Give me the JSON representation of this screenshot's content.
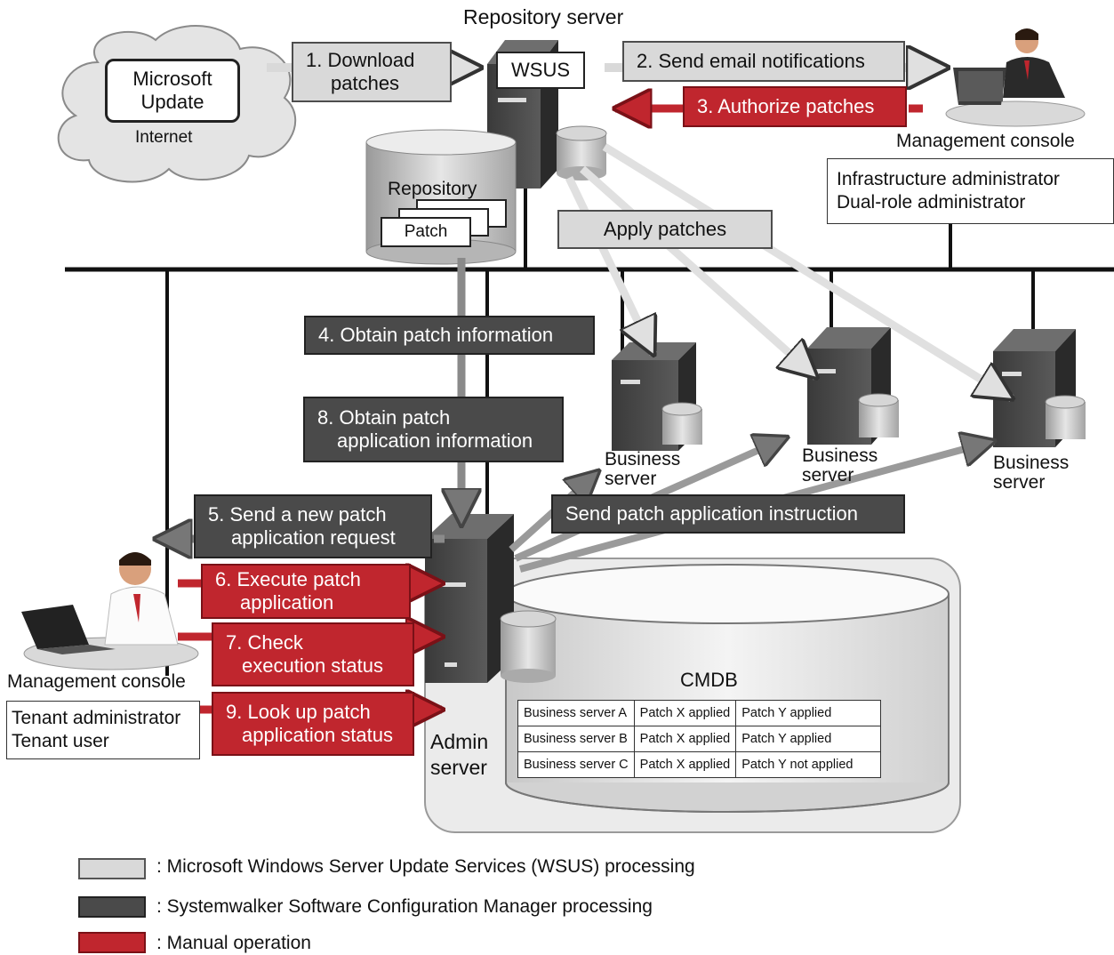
{
  "internet": {
    "microsoft_update": [
      "Microsoft",
      "Update"
    ],
    "internet_label": "Internet"
  },
  "repository_server": {
    "title": "Repository  server",
    "wsus_label": "WSUS"
  },
  "repository_db": {
    "label": "Repository",
    "patch_label": "Patch"
  },
  "management_console_top": {
    "label": "Management  console",
    "roles": [
      "Infrastructure administrator",
      "Dual-role administrator"
    ]
  },
  "management_console_bottom": {
    "label": "Management console",
    "roles": [
      "Tenant administrator",
      "Tenant user"
    ]
  },
  "admin_server": {
    "label": [
      "Admin",
      "server"
    ]
  },
  "business_servers": [
    {
      "label": [
        "Business",
        "server"
      ]
    },
    {
      "label": [
        "Business",
        "server"
      ]
    },
    {
      "label": [
        "Business",
        "server"
      ]
    }
  ],
  "steps": {
    "download": [
      "1. Download",
      "patches"
    ],
    "email": [
      "2. Send email notifications"
    ],
    "authorize": [
      "3. Authorize patches"
    ],
    "apply": [
      "Apply patches"
    ],
    "obtain_info": [
      "4. Obtain patch information"
    ],
    "obtain_app_info": [
      "8. Obtain patch",
      "application information"
    ],
    "send_request": [
      "5. Send a new patch",
      "application request"
    ],
    "send_instruction": [
      "Send patch application instruction"
    ],
    "execute": [
      "6. Execute patch",
      "application"
    ],
    "check": [
      "7. Check",
      "execution status"
    ],
    "look_up": [
      "9. Look up patch",
      "application status"
    ]
  },
  "cmdb": {
    "title": "CMDB",
    "rows": [
      [
        "Business server A",
        "Patch X applied",
        "Patch Y applied"
      ],
      [
        "Business server B",
        "Patch X applied",
        "Patch Y applied"
      ],
      [
        "Business server C",
        "Patch X applied",
        "Patch Y not applied"
      ]
    ]
  },
  "legend": [
    {
      "text": ": Microsoft  Windows  Server  Update  Services  (WSUS)  processing",
      "color": "#d9d9d9"
    },
    {
      "text": ": Systemwalker  Software  Configuration  Manager  processing",
      "color": "#4a4a4a"
    },
    {
      "text": ": Manual  operation",
      "color": "#c0262e"
    }
  ]
}
